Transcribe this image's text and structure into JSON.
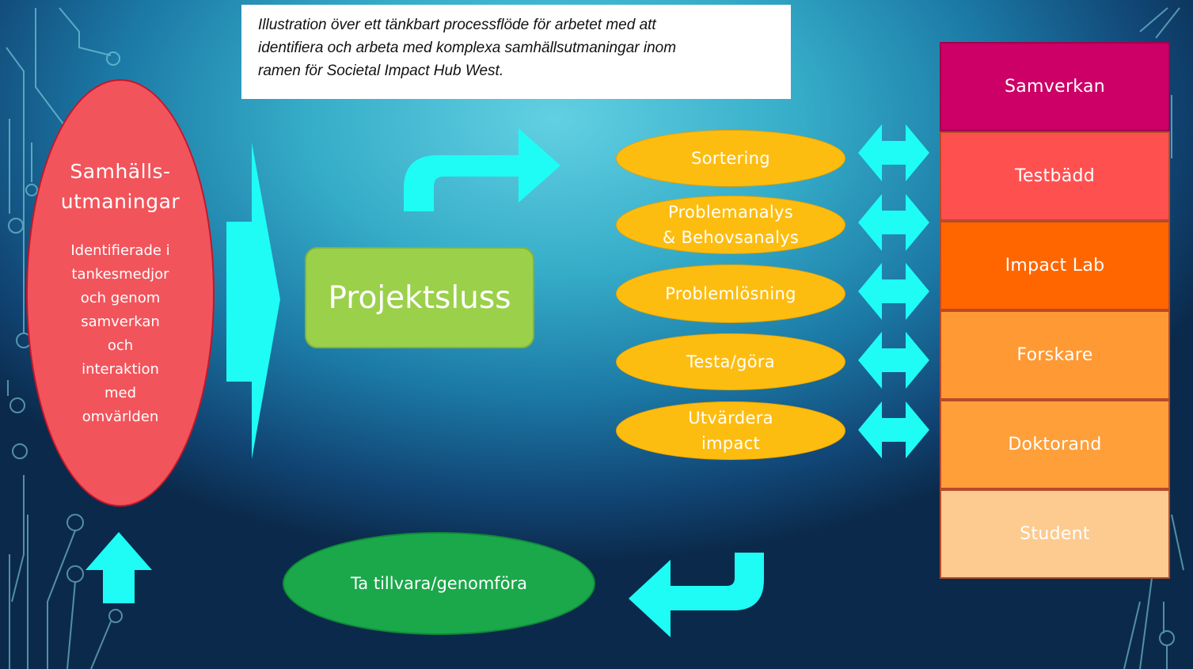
{
  "caption": {
    "lines": [
      "Illustration över ett tänkbart processflöde för arbetet med att",
      "identifiera och arbeta med komplexa samhällsutmaningar inom",
      "ramen för Societal Impact Hub West."
    ]
  },
  "left_ellipse": {
    "title": [
      "Samhälls-",
      "utmaningar"
    ],
    "body": [
      "Identifierade i",
      "tankesmedjor",
      "och genom",
      "samverkan",
      "och",
      "interaktion",
      "med",
      "omvärlden"
    ]
  },
  "projektsluss": "Projektsluss",
  "steps": [
    [
      "Sortering"
    ],
    [
      "Problemanalys",
      "& Behovsanalys"
    ],
    [
      "Problemlösning"
    ],
    [
      "Testa/göra"
    ],
    [
      "Utvärdera",
      "impact"
    ]
  ],
  "roles": [
    {
      "label": "Samverkan",
      "color": "#cc0066"
    },
    {
      "label": "Testbädd",
      "color": "#ff5050"
    },
    {
      "label": "Impact Lab",
      "color": "#ff6600"
    },
    {
      "label": "Forskare",
      "color": "#ff9933"
    },
    {
      "label": "Doktorand",
      "color": "#ff9f3a"
    },
    {
      "label": "Student",
      "color": "#fdcb8f"
    }
  ],
  "ta_tillvara": "Ta tillvara/genomföra",
  "colors": {
    "arrow": "#1efcf5",
    "left_ellipse": "#f2545b",
    "projektsluss": "#9bd04a",
    "steps": "#fdbd10",
    "ta_tillvara": "#1aa84a"
  }
}
